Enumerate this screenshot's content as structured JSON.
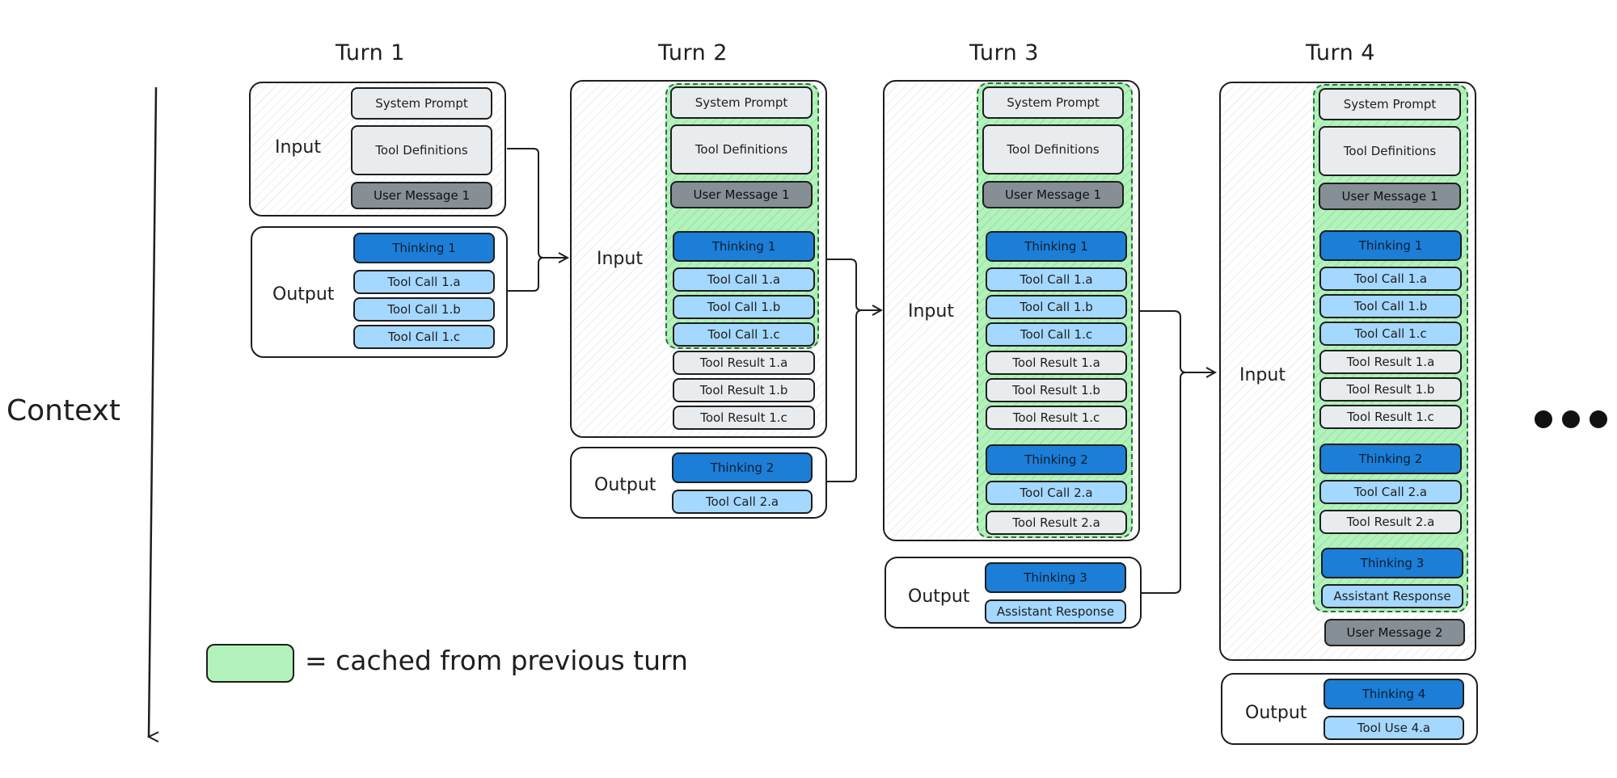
{
  "diagram": {
    "axis_label": "Context",
    "legend": {
      "text": "= cached from previous turn",
      "color": "#b2f2bb"
    },
    "colors": {
      "light_box": "#e9ecef",
      "user_message": "#868e96",
      "thinking": "#1c7ed6",
      "tool_call": "#a5d8ff",
      "cached": "#b2f2bb"
    },
    "turns": [
      {
        "title": "Turn 1",
        "input_label": "Input",
        "output_label": "Output",
        "input": [
          "System Prompt",
          "Tool Definitions",
          "User Message 1"
        ],
        "output": [
          "Thinking 1",
          "Tool Call 1.a",
          "Tool Call 1.b",
          "Tool Call 1.c"
        ]
      },
      {
        "title": "Turn 2",
        "input_label": "Input",
        "output_label": "Output",
        "input": [
          "System Prompt",
          "Tool Definitions",
          "User Message 1",
          "Thinking 1",
          "Tool Call 1.a",
          "Tool Call 1.b",
          "Tool Call 1.c",
          "Tool Result 1.a",
          "Tool Result 1.b",
          "Tool Result 1.c"
        ],
        "output": [
          "Thinking 2",
          "Tool Call 2.a"
        ]
      },
      {
        "title": "Turn 3",
        "input_label": "Input",
        "output_label": "Output",
        "input": [
          "System Prompt",
          "Tool Definitions",
          "User Message 1",
          "Thinking 1",
          "Tool Call 1.a",
          "Tool Call 1.b",
          "Tool Call 1.c",
          "Tool Result 1.a",
          "Tool Result 1.b",
          "Tool Result 1.c",
          "Thinking 2",
          "Tool Call 2.a",
          "Tool Result 2.a"
        ],
        "output": [
          "Thinking 3",
          "Assistant Response"
        ]
      },
      {
        "title": "Turn 4",
        "input_label": "Input",
        "output_label": "Output",
        "input": [
          "System Prompt",
          "Tool Definitions",
          "User Message 1",
          "Thinking 1",
          "Tool Call 1.a",
          "Tool Call 1.b",
          "Tool Call 1.c",
          "Tool Result 1.a",
          "Tool Result 1.b",
          "Tool Result 1.c",
          "Thinking 2",
          "Tool Call 2.a",
          "Tool Result 2.a",
          "Thinking 3",
          "Assistant Response",
          "User Message 2"
        ],
        "output": [
          "Thinking 4",
          "Tool Use 4.a"
        ]
      }
    ]
  }
}
